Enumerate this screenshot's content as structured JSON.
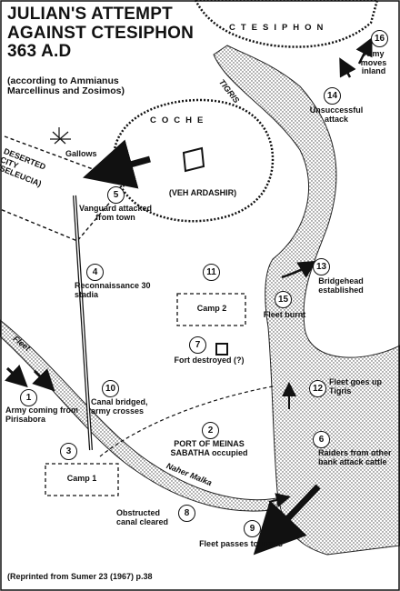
{
  "title": "JULIAN'S ATTEMPT AGAINST CTESIPHON 363 A.D",
  "subtitle": "(according to Ammianus Marcellinus and Zosimos)",
  "cities": {
    "ctesiphon": "CTESIPHON",
    "coche": "COCHE",
    "veh_ardashir": "(VEH ARDASHIR)",
    "deserted_city": "DESERTED CITY (SELEUCIA)",
    "gallows": "Gallows"
  },
  "rivers": {
    "tigris": "TIGRIS",
    "naher_malka": "Naher Malka",
    "fleet": "Fleet"
  },
  "camps": {
    "camp1": "Camp 1",
    "camp2": "Camp 2"
  },
  "events": [
    {
      "num": "1",
      "text": "Army coming from Pirisabora"
    },
    {
      "num": "2",
      "text": "PORT OF MEINAS SABATHA occupied"
    },
    {
      "num": "3",
      "text": ""
    },
    {
      "num": "4",
      "text": "Reconnaissance 30 stadia"
    },
    {
      "num": "5",
      "text": "Vanguard attacked from town"
    },
    {
      "num": "6",
      "text": "Raiders from other bank attack cattle"
    },
    {
      "num": "7",
      "text": "Fort destroyed (?)"
    },
    {
      "num": "8",
      "text": "Obstructed canal cleared"
    },
    {
      "num": "9",
      "text": "Fleet passes to Tigris"
    },
    {
      "num": "10",
      "text": "Canal bridged, army crosses"
    },
    {
      "num": "11",
      "text": ""
    },
    {
      "num": "12",
      "text": "Fleet goes up Tigris"
    },
    {
      "num": "13",
      "text": "Bridgehead established"
    },
    {
      "num": "14",
      "text": "Unsuccessful attack"
    },
    {
      "num": "15",
      "text": "Fleet burnt"
    },
    {
      "num": "16",
      "text": "Army moves inland"
    }
  ],
  "credit": "(Reprinted from Sumer 23 (1967) p.38"
}
